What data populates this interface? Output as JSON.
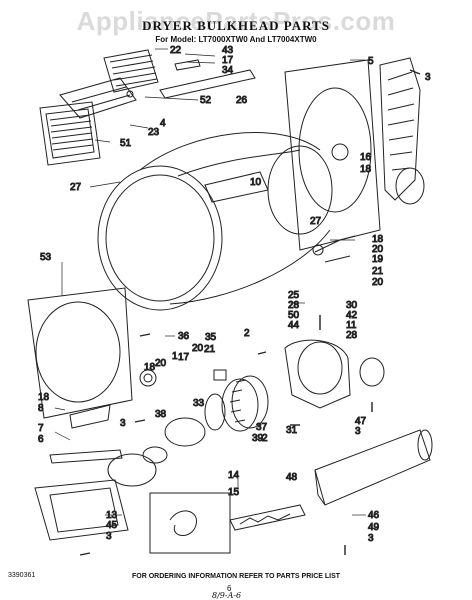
{
  "watermark": "AppliancePartsPros.com",
  "title": "DRYER BULKHEAD PARTS",
  "model": "For Model: LT7000XTW0 And LT7004XTW0",
  "footer": "FOR ORDERING INFORMATION REFER TO PARTS PRICE LIST",
  "doc_code": "3390361",
  "page_number": "6",
  "handwritten": "8/9-A-6",
  "callouts": [
    "22",
    "43",
    "17",
    "34",
    "5",
    "3",
    "52",
    "26",
    "4",
    "23",
    "51",
    "10",
    "16",
    "18",
    "27",
    "27",
    "18",
    "20",
    "19",
    "21",
    "20",
    "53",
    "25",
    "28",
    "50",
    "44",
    "30",
    "42",
    "11",
    "28",
    "36",
    "2",
    "35",
    "21",
    "20",
    "1",
    "17",
    "18",
    "20",
    "18",
    "8",
    "7",
    "6",
    "38",
    "33",
    "3",
    "37",
    "39",
    "2",
    "31",
    "47",
    "3",
    "48",
    "14",
    "15",
    "13",
    "45",
    "3",
    "46",
    "49",
    "3"
  ]
}
